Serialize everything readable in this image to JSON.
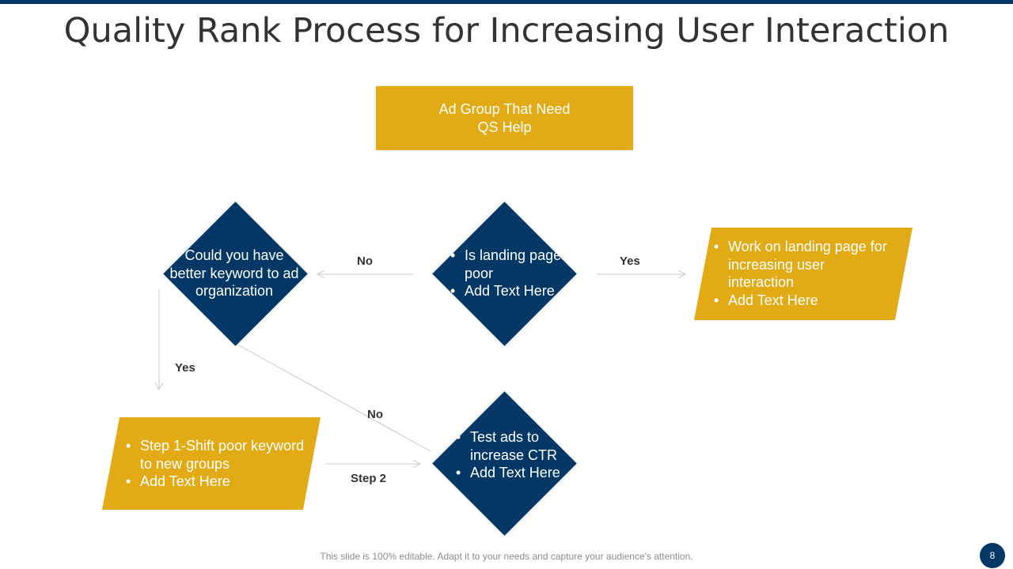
{
  "title": "Quality Rank Process for Increasing User Interaction",
  "colors": {
    "navy": "#033866",
    "gold": "#e2aa14",
    "connector": "#c8c8c8"
  },
  "nodes": {
    "start": {
      "line1": "Ad Group That Need",
      "line2": "QS Help"
    },
    "keyword_question": "Could you have better keyword to ad organization",
    "landing_question": {
      "bullets": [
        "Is landing page poor",
        "Add Text Here"
      ]
    },
    "test_ads": {
      "bullets": [
        "Test ads to increase CTR",
        "Add Text Here"
      ]
    },
    "landing_action": {
      "bullets": [
        "Work on landing page for increasing user interaction",
        "Add Text Here"
      ]
    },
    "shift_action": {
      "bullets": [
        "Step 1-Shift poor keyword to new groups",
        "Add Text Here"
      ]
    }
  },
  "edges": {
    "landing_no": "No",
    "landing_yes": "Yes",
    "keyword_yes": "Yes",
    "keyword_no": "No",
    "step2": "Step 2"
  },
  "footer": "This slide is 100% editable. Adapt it to your needs and capture your audience's attention.",
  "page_number": "8"
}
